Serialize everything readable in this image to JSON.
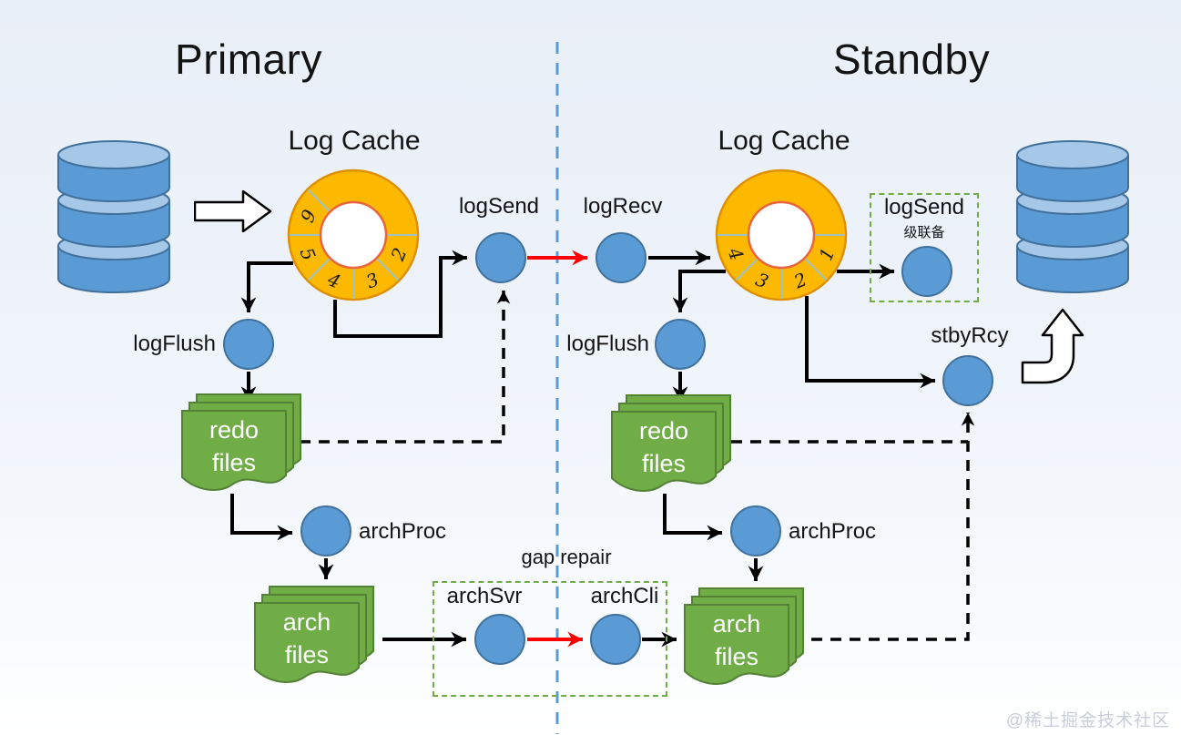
{
  "titles": {
    "primary": "Primary",
    "standby": "Standby"
  },
  "log_cache": {
    "primary": "Log Cache",
    "standby": "Log Cache"
  },
  "ring": {
    "primary": [
      "6",
      "5",
      "4",
      "3",
      "2"
    ],
    "standby": [
      "4",
      "3",
      "2",
      "1"
    ]
  },
  "nodes": {
    "logSend": "logSend",
    "logRecv": "logRecv",
    "logFlush_primary": "logFlush",
    "logFlush_standby": "logFlush",
    "archProc_primary": "archProc",
    "archProc_standby": "archProc",
    "stbyRcy": "stbyRcy",
    "archSvr": "archSvr",
    "archCli": "archCli",
    "logSend_cascade": "logSend",
    "logSend_cascade_sub": "级联备"
  },
  "files": {
    "redo_line1": "redo",
    "redo_line2": "files",
    "arch_line1": "arch",
    "arch_line2": "files"
  },
  "gap_repair_label": "gap repair",
  "watermark": "@稀土掘金技术社区",
  "colors": {
    "node_blue": "#5b9bd5",
    "node_border": "#41719c",
    "file_green": "#70ad47",
    "file_green_border": "#538135",
    "ring_gold": "#fcb900",
    "ring_outline": "#de9000",
    "ring_inner_outline": "#e8643c",
    "accent_red": "#ff0000",
    "divider_blue": "#5b9bd5",
    "dashed_box_green": "#70ad47",
    "connector_black": "#000000"
  }
}
